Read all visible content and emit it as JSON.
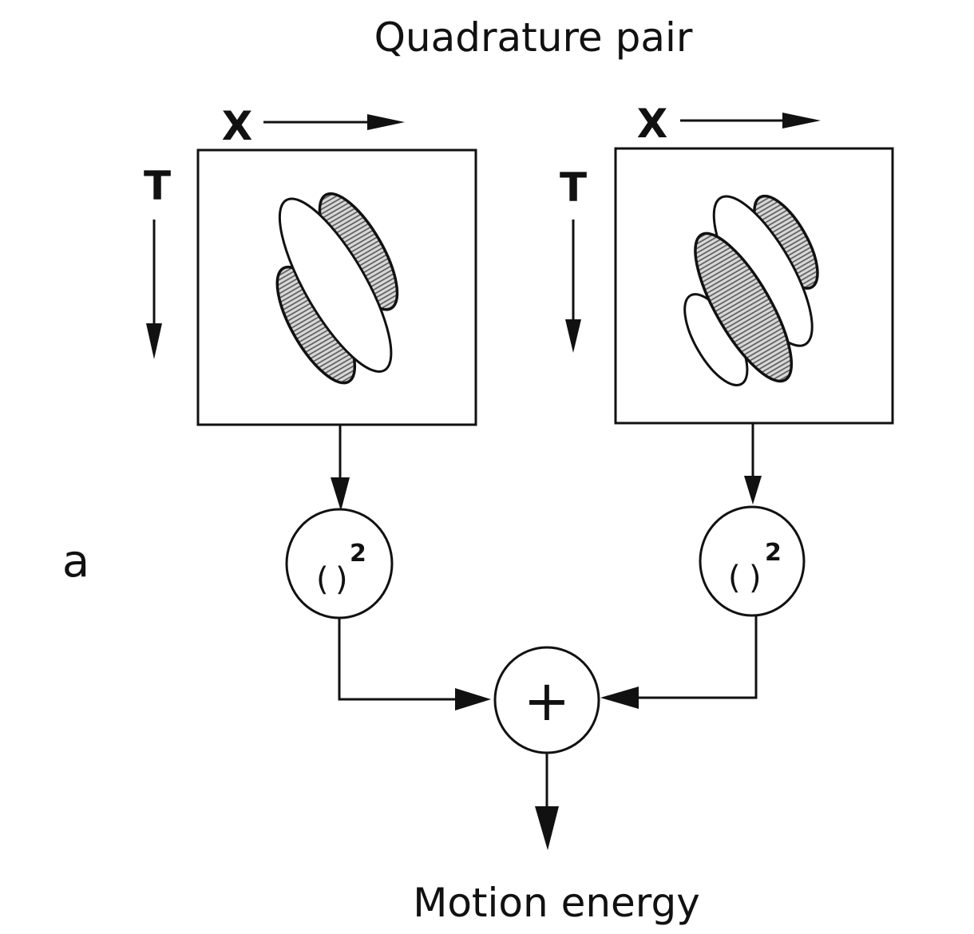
{
  "title": "Quadrature pair",
  "panel_label": "a",
  "filters": [
    {
      "name": "left-filter",
      "x_axis_label": "X",
      "t_axis_label": "T",
      "lobes": [
        "dark",
        "light",
        "dark"
      ]
    },
    {
      "name": "right-filter",
      "x_axis_label": "X",
      "t_axis_label": "T",
      "lobes": [
        "light",
        "dark",
        "light",
        "dark"
      ]
    }
  ],
  "squaring": {
    "open": "(",
    "close": ")",
    "exponent": "2"
  },
  "summation": {
    "symbol": "+"
  },
  "output_label": "Motion energy",
  "colors": {
    "stroke": "#111111",
    "hatch": "#555555",
    "background": "#ffffff"
  }
}
